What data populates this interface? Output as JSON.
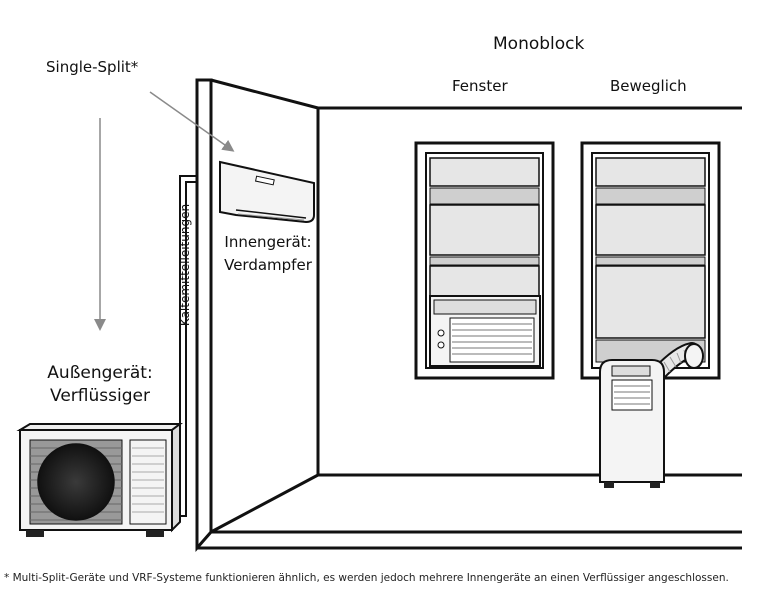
{
  "labels": {
    "monoblock": "Monoblock",
    "fenster": "Fenster",
    "beweglich": "Beweglich",
    "single_split": "Single-Split*",
    "indoor_line1": "Innengerät:",
    "indoor_line2": "Verdampfer",
    "outdoor_line1": "Außengerät:",
    "outdoor_line2": "Verflüssiger",
    "refrigerant_lines": "Kältemittelleitungen"
  },
  "footnote": "* Multi-Split-Geräte und VRF-Systeme funktionieren ähnlich, es werden jedoch mehrere Innengeräte an einen Verflüssiger angeschlossen.",
  "colors": {
    "line": "#111111",
    "arrow": "#8a8a8a",
    "glass": "#e6e6e6",
    "glass_band": "#cfcfcf",
    "unit_body": "#f4f4f4",
    "fan_dark": "#2a2a2a"
  }
}
